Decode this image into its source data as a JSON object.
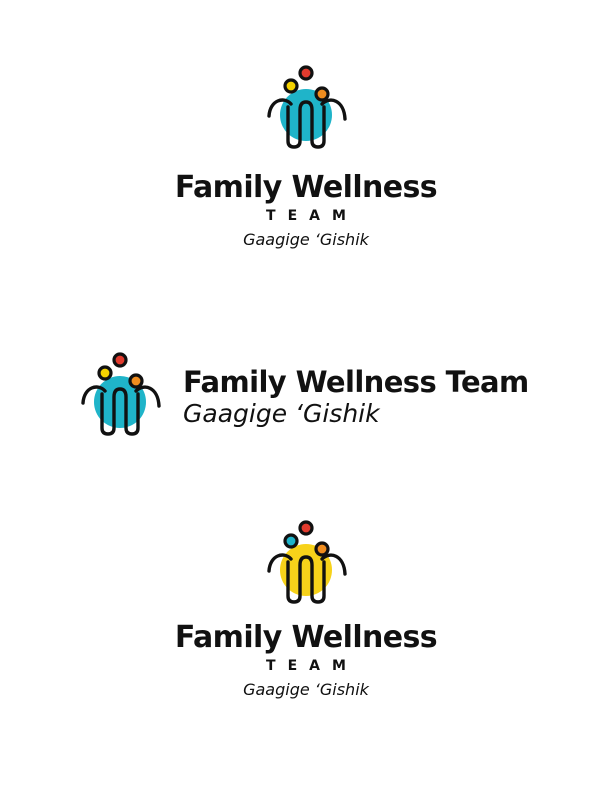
{
  "logos": [
    {
      "layout": "stacked",
      "title": "Family Wellness",
      "subtitle": "TEAM",
      "native_name": "Gaagige ‘Gishik",
      "circle_color": "#1fb4c9",
      "head_colors": {
        "left": "#f5d200",
        "top": "#e23b2e",
        "right": "#f08d1f"
      }
    },
    {
      "layout": "horizontal",
      "title": "Family Wellness Team",
      "native_name": "Gaagige ‘Gishik",
      "circle_color": "#1fb4c9",
      "head_colors": {
        "left": "#f5d200",
        "top": "#e23b2e",
        "right": "#f08d1f"
      }
    },
    {
      "layout": "stacked",
      "title": "Family Wellness",
      "subtitle": "TEAM",
      "native_name": "Gaagige ‘Gishik",
      "circle_color": "#f7d21a",
      "head_colors": {
        "left": "#1fb4c9",
        "top": "#e23b2e",
        "right": "#f08d1f"
      }
    }
  ]
}
